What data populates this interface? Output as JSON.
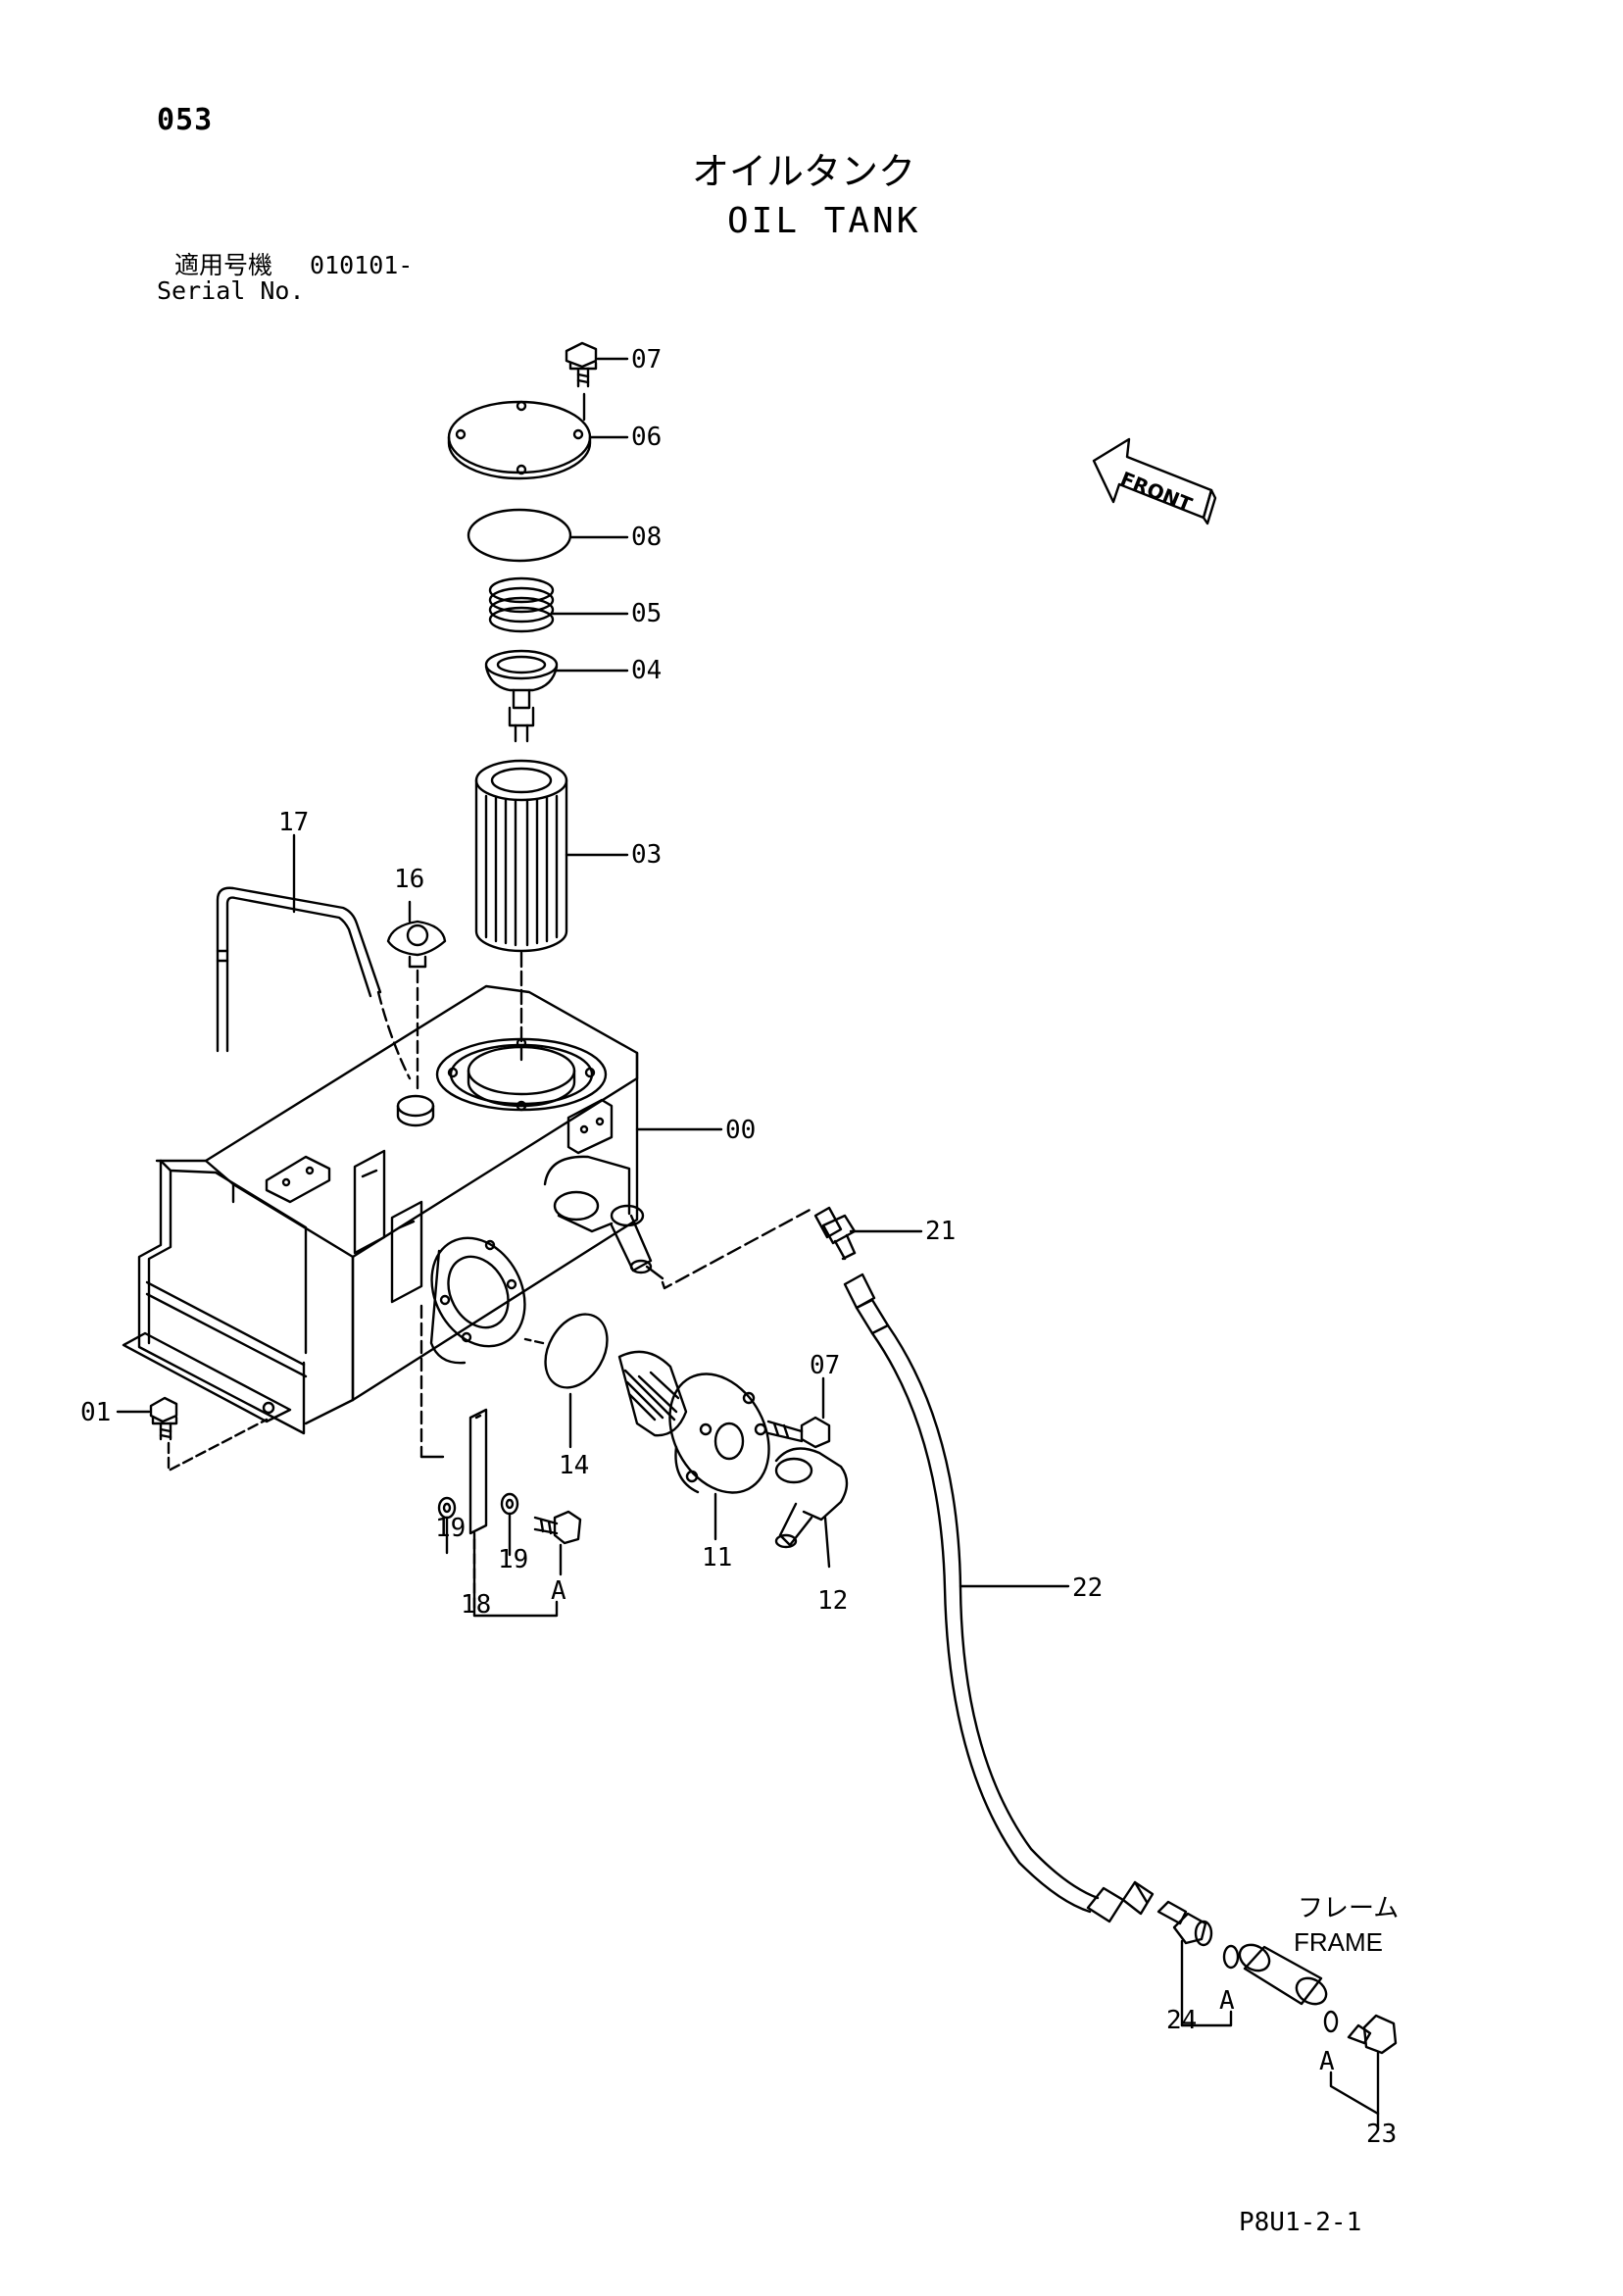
{
  "page_number": "053",
  "title": {
    "japanese": "オイルタンク",
    "english": "OIL TANK"
  },
  "serial": {
    "label_jp": "適用号機",
    "value": "010101-",
    "label_en": "Serial No."
  },
  "front_marker": {
    "label": "FRONT"
  },
  "frame_note": {
    "japanese": "フレーム",
    "english": "FRAME"
  },
  "callouts": {
    "c07_top": "07",
    "c06": "06",
    "c08": "08",
    "c05": "05",
    "c04": "04",
    "c03": "03",
    "c17": "17",
    "c16": "16",
    "c00": "00",
    "c21": "21",
    "c01": "01",
    "c07_mid": "07",
    "c14": "14",
    "c19_a": "19",
    "c19_b": "19",
    "cA_1": "A",
    "c18": "18",
    "c11": "11",
    "c12": "12",
    "c22": "22",
    "c24": "24",
    "cA_2": "A",
    "cA_3": "A",
    "c23": "23"
  },
  "footer_code": "P8U1-2-1"
}
